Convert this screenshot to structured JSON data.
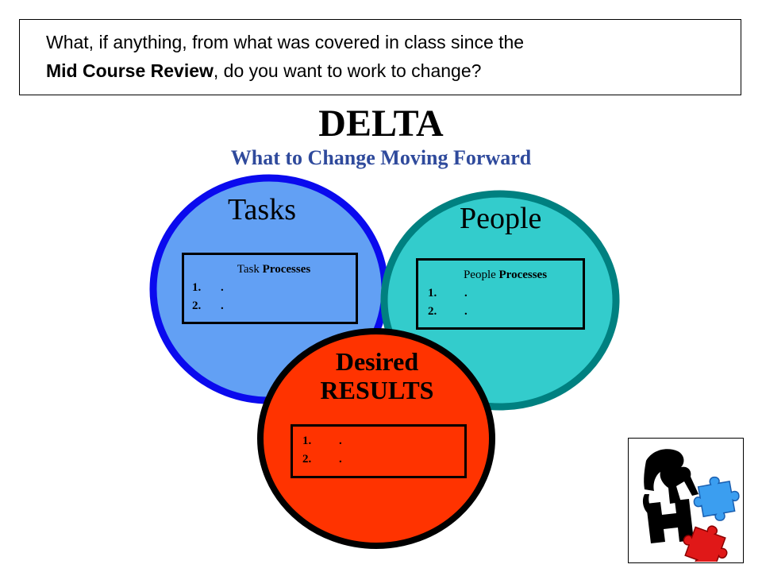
{
  "question": {
    "line1": "What, if anything, from what was covered in class since the",
    "bold": "Mid Course Review",
    "rest": ", do you want to work to change?"
  },
  "title": "DELTA",
  "subtitle": "What to Change Moving Forward",
  "tasks": {
    "label": "Tasks",
    "box_prefix": "Task ",
    "box_bold": "Processes",
    "items": [
      {
        "num": "1.",
        "text": "."
      },
      {
        "num": "2.",
        "text": "."
      }
    ]
  },
  "people": {
    "label": "People",
    "box_prefix": "People ",
    "box_bold": "Processes",
    "items": [
      {
        "num": "1.",
        "text": "."
      },
      {
        "num": "2.",
        "text": "."
      }
    ]
  },
  "results": {
    "label_line1": "Desired",
    "label_line2": "RESULTS",
    "items": [
      {
        "num": "1.",
        "text": "."
      },
      {
        "num": "2.",
        "text": "."
      }
    ]
  },
  "colors": {
    "tasks_fill": "#62a0f4",
    "tasks_stroke": "#0a0aee",
    "people_fill": "#33cccc",
    "people_stroke": "#008080",
    "results_fill": "#ff3300",
    "results_stroke": "#000000",
    "subtitle": "#2f4a9c"
  },
  "logo": {
    "letter": "H",
    "icons": [
      "silhouette-icon",
      "blue-puzzle-piece-icon",
      "red-puzzle-piece-icon"
    ]
  }
}
